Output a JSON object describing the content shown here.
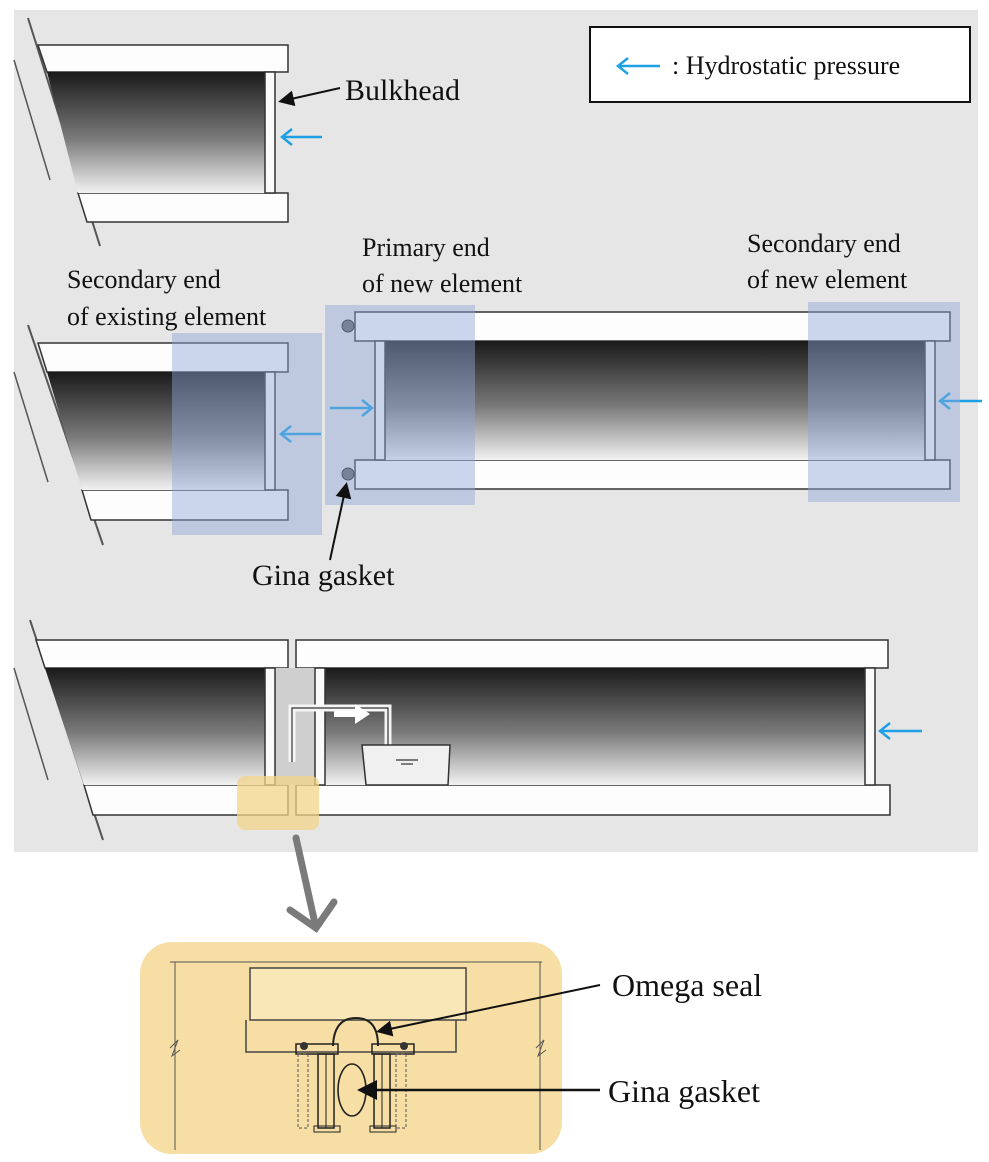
{
  "legend": {
    "symbol_color": "#1ea0e6",
    "text": ": Hydrostatic pressure"
  },
  "stage1": {
    "bulkhead_label": "Bulkhead"
  },
  "stage2": {
    "existing_label_line1": "Secondary end",
    "existing_label_line2": "of existing element",
    "primary_label_line1": "Primary end",
    "primary_label_line2": "of new element",
    "secondary_label_line1": "Secondary end",
    "secondary_label_line2": "of new element",
    "gina_label": "Gina gasket"
  },
  "detail": {
    "omega_label": "Omega seal",
    "gina_label": "Gina gasket"
  },
  "colors": {
    "background": "#e6e6e6",
    "highlight_blue": "#8fa6d6",
    "highlight_yellow": "#f3d488",
    "arrow_blue": "#1ea0e6",
    "pointer_grey": "#7a7a7a"
  }
}
